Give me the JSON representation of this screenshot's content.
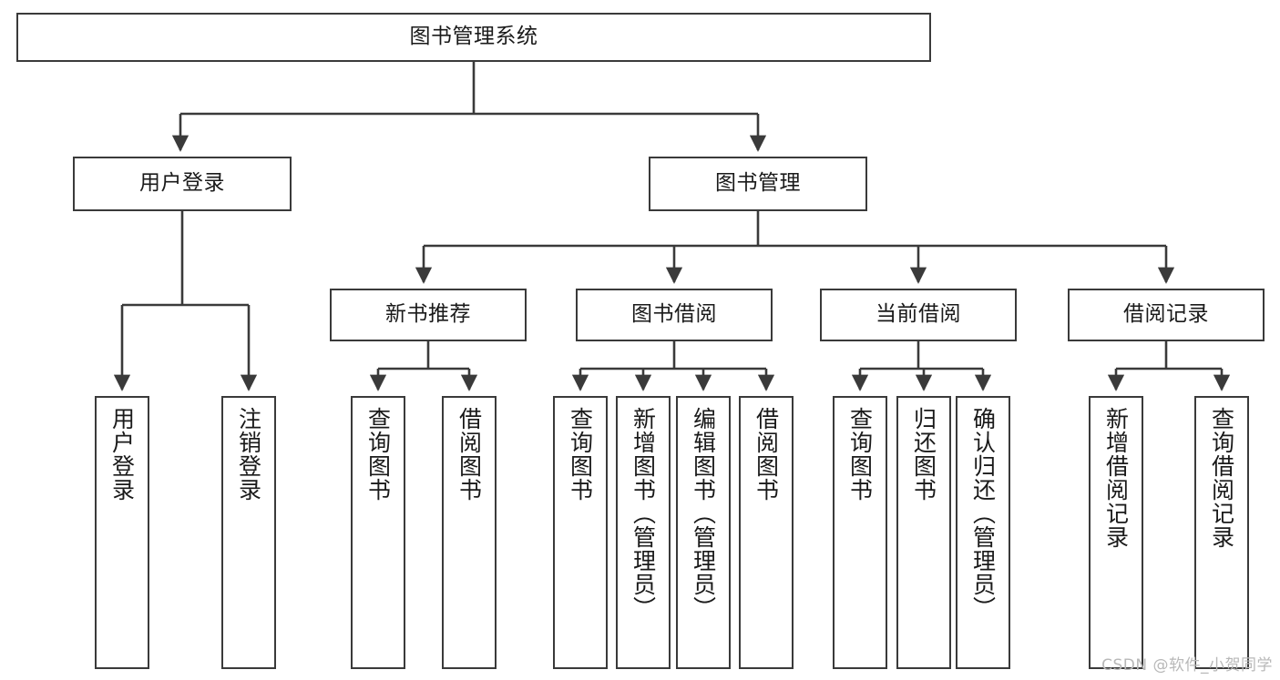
{
  "diagram": {
    "title": "图书管理系统",
    "type": "tree-hierarchy-chart",
    "root": {
      "label": "图书管理系统"
    },
    "level1": [
      {
        "label": "用户登录"
      },
      {
        "label": "图书管理"
      }
    ],
    "level2": [
      {
        "label": "新书推荐"
      },
      {
        "label": "图书借阅"
      },
      {
        "label": "当前借阅"
      },
      {
        "label": "借阅记录"
      }
    ],
    "leaves": {
      "user_login": [
        {
          "label": "用户登录"
        },
        {
          "label": "注销登录"
        }
      ],
      "new_book_recommend": [
        {
          "label": "查询图书"
        },
        {
          "label": "借阅图书"
        }
      ],
      "book_borrow": [
        {
          "label": "查询图书"
        },
        {
          "label": "新增图书（管理员）"
        },
        {
          "label": "编辑图书（管理员）"
        },
        {
          "label": "借阅图书"
        }
      ],
      "current_borrow": [
        {
          "label": "查询图书"
        },
        {
          "label": "归还图书"
        },
        {
          "label": "确认归还（管理员）"
        }
      ],
      "borrow_record": [
        {
          "label": "新增借阅记录"
        },
        {
          "label": "查询借阅记录"
        }
      ]
    }
  },
  "watermark": {
    "text": "CSDN @软件_小贺同学"
  },
  "colors": {
    "stroke": "#3a3a3a",
    "background": "#ffffff",
    "text": "#1a1a1a",
    "watermark": "#b8b8b8"
  }
}
